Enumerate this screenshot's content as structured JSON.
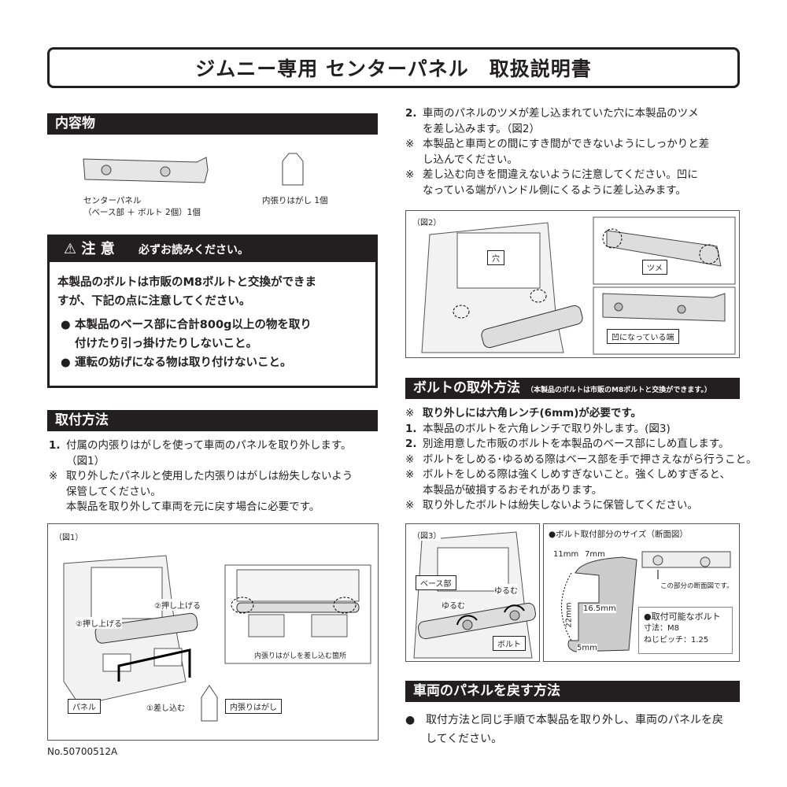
{
  "title": "ジムニー専用 センターパネル　取扱説明書",
  "contents": {
    "heading": "内容物",
    "item1_line1": "センターパネル",
    "item1_line2": "（ベース部 ＋ ボルト 2個）1個",
    "item2": "内張りはがし 1個"
  },
  "caution": {
    "heading_icon": "warning-triangle",
    "heading": "注 意",
    "subheading": "必ずお読みください。",
    "line1": "本製品のボルトは市販のM8ボルトと交換ができま",
    "line2": "すが、下記の点に注意してください。",
    "bullet1_line1": "本製品のベース部に合計800g以上の物を取り",
    "bullet1_line2": "付けたり引っ掛けたりしないこと。",
    "bullet2": "運転の妨げになる物は取り付けないこと。",
    "bullet": "●"
  },
  "install": {
    "heading": "取付方法",
    "step1_num": "1.",
    "step1_line1": "付属の内張りはがしを使って車両のパネルを取り外します。",
    "step1_line2": "（図1）",
    "note_mark": "※",
    "note1_line1": "取り外したパネルと使用した内張りはがしは紛失しないよう",
    "note1_line2": "保管してください。",
    "note1_line3": "本製品を取り外して車両を元に戻す場合に必要です。",
    "step2_num": "2.",
    "step2_line1": "車両のパネルのツメが差し込まれていた穴に本製品のツメ",
    "step2_line2": "を差し込みます。（図2）",
    "note2_line1": "本製品と車両との間にすき間ができないようにしっかりと差",
    "note2_line2": "し込んでください。",
    "note3_line1": "差し込む向きを間違えないように注意してください。凹に",
    "note3_line2": "なっている端がハンドル側にくるように差し込みます。"
  },
  "fig1": {
    "label": "（図1）",
    "push_up_left": "②押し上げる",
    "push_up_right": "②押し上げる",
    "panel": "パネル",
    "insert": "①差し込む",
    "scraper": "内張りはがし",
    "insert_point": "内張りはがしを差し込む箇所"
  },
  "fig2": {
    "label": "（図2）",
    "hole": "穴",
    "tab": "ツメ",
    "concave_end": "凹になっている端"
  },
  "bolt": {
    "heading": "ボルトの取外方法",
    "heading_note": "（本製品のボルトは市販のM8ボルトと交換ができます。）",
    "req": "取り外しには六角レンチ(6mm)が必要です。",
    "step1": "本製品のボルトを六角レンチで取り外します。(図3)",
    "step2": "別途用意した市販のボルトを本製品のベース部にしめ直します。",
    "note1": "ボルトをしめる･ゆるめる際はベース部を手で押さえながら行うこと。",
    "note2_line1": "ボルトをしめる際は強くしめすぎないこと。強くしめすぎると、",
    "note2_line2": "本製品が破損するおそれがあります。",
    "note3": "取り外したボルトは紛失しないように保管してください。"
  },
  "fig3": {
    "label": "（図3）",
    "base": "ベース部",
    "loosen_left": "ゆるむ",
    "loosen_right": "ゆるむ",
    "bolt": "ボルト"
  },
  "size": {
    "title": "●ボルト取付部分のサイズ（断面図）",
    "d11": "11mm",
    "d7": "7mm",
    "d22": "22mm",
    "d165": "16.5mm",
    "d5": "5mm",
    "section_note": "この部分の断面図です。",
    "compat_title": "●取付可能なボルト",
    "dim": "寸法：M8",
    "pitch": "ねじピッチ：1.25"
  },
  "restore": {
    "heading": "車両のパネルを戻す方法",
    "bullet": "●",
    "line1": "取付方法と同じ手順で本製品を取り外し、車両のパネルを戻",
    "line2": "してください。"
  },
  "footer": "No.50700512A"
}
